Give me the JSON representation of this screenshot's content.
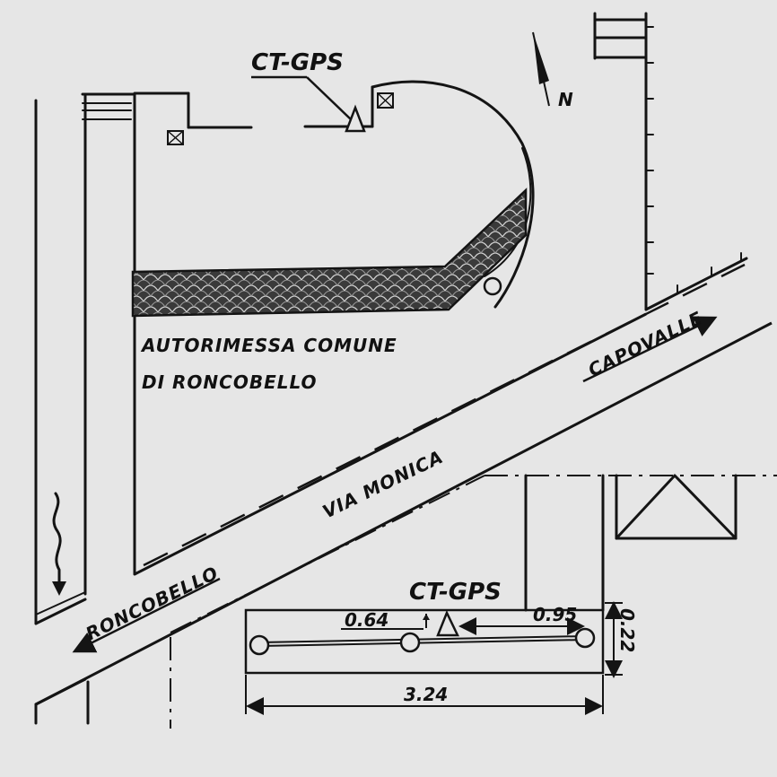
{
  "labels": {
    "gps_top": "CT-GPS",
    "gps_detail": "CT-GPS",
    "north": "N",
    "building_line1": "AUTORIMESSA COMUNE",
    "building_line2": "DI RONCOBELLO",
    "road_capovalle": "CAPOVALLE",
    "road_via_monica": "VIA MONICA",
    "road_roncobello": "RONCOBELLO"
  },
  "dimensions": {
    "offset_left": "0.64",
    "offset_right": "0.95",
    "height": "0.22",
    "total_width": "3.24"
  },
  "colors": {
    "background": "#e6e6e6",
    "ink": "#141414",
    "roof": "#2b2b2b"
  }
}
